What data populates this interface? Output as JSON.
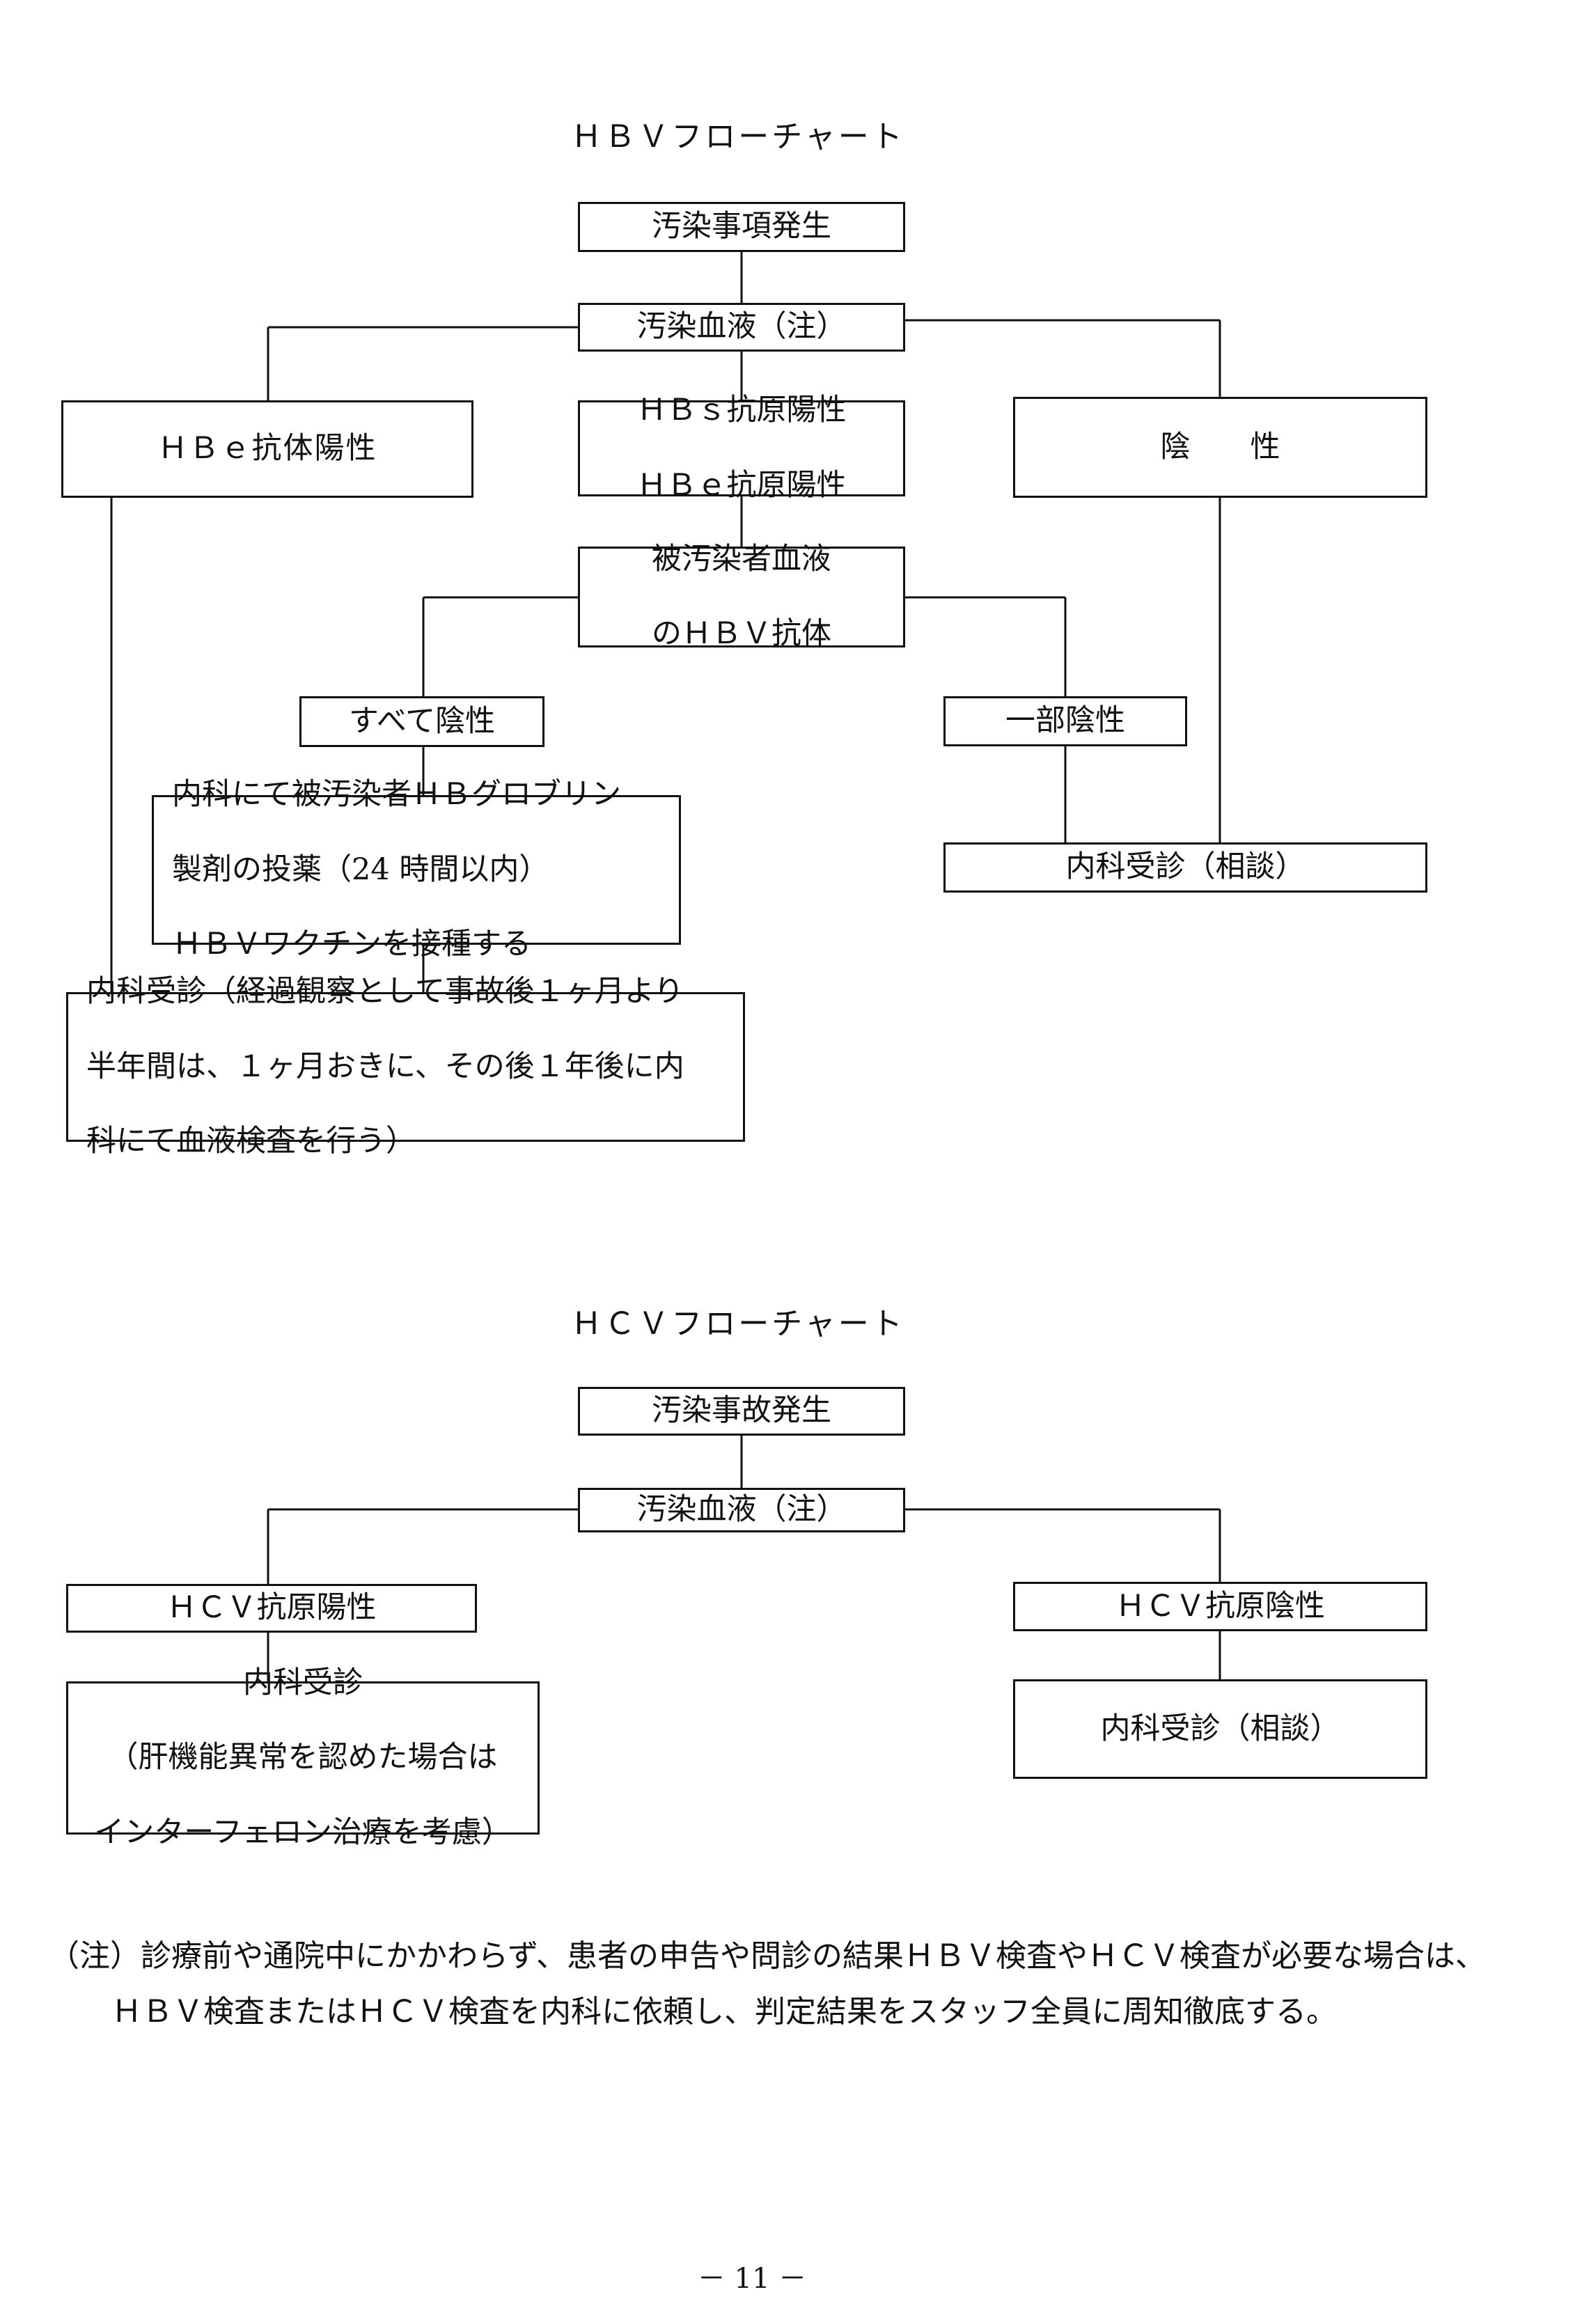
{
  "hbv": {
    "title": "ＨＢＶフローチャート",
    "event": "汚染事項発生",
    "blood": "汚染血液（注）",
    "hbe_antibody": "ＨＢｅ抗体陽性",
    "hbs_line1": "ＨＢｓ抗原陽性",
    "hbs_line2": "ＨＢｅ抗原陽性",
    "negative": "陰　　性",
    "victim_line1": "被汚染者血液",
    "victim_line2": "のＨＢＶ抗体",
    "all_negative": "すべて陰性",
    "partial_negative": "一部陰性",
    "treatment_line1": "内科にて被汚染者ＨＢグロブリン",
    "treatment_line2": "製剤の投薬（24 時間以内）",
    "treatment_line3": "ＨＢＶワクチンを接種する",
    "consult": "内科受診（相談）",
    "followup_line1": "内科受診（経過観察として事故後１ヶ月より",
    "followup_line2": "半年間は、１ヶ月おきに、その後１年後に内",
    "followup_line3": "科にて血液検査を行う）"
  },
  "hcv": {
    "title": "ＨＣＶフローチャート",
    "event": "汚染事故発生",
    "blood": "汚染血液（注）",
    "positive": "ＨＣＶ抗原陽性",
    "negative": "ＨＣＶ抗原陰性",
    "pos_action_line1": "内科受診",
    "pos_action_line2": "（肝機能異常を認めた場合は",
    "pos_action_line3": "インターフェロン治療を考慮）",
    "neg_action": "内科受診（相談）"
  },
  "note": {
    "line1": "（注）診療前や通院中にかかわらず、患者の申告や問診の結果ＨＢＶ検査やＨＣＶ検査が必要な場合は、",
    "line2": "ＨＢＶ検査またはＨＣＶ検査を内科に依頼し、判定結果をスタッフ全員に周知徹底する。"
  },
  "page_number": "－ 11 －"
}
